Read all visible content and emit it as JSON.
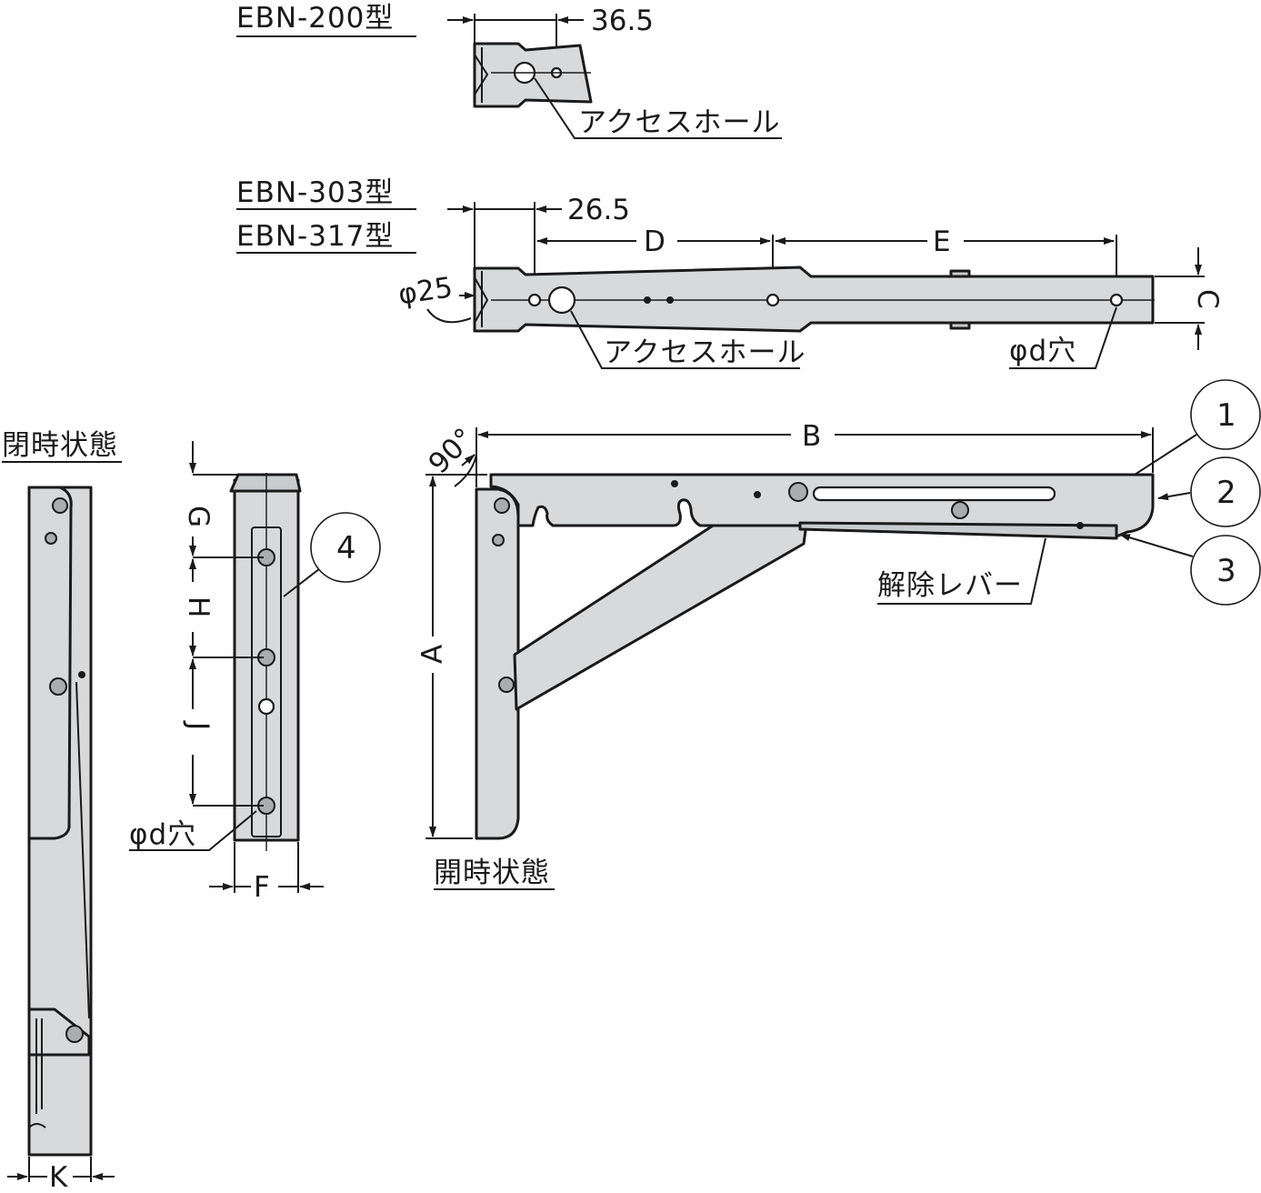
{
  "labels": {
    "model_200": "EBN-200型",
    "model_303": "EBN-303型",
    "model_317": "EBN-317型",
    "access_hole_top": "アクセスホール",
    "access_hole_mid": "アクセスホール",
    "phi_d_hole_top": "φd穴",
    "phi_d_hole_side": "φd穴",
    "closed_state": "閉時状態",
    "open_state": "開時状態",
    "release_lever": "解除レバー"
  },
  "dimensions": {
    "dim_36_5": "36.5",
    "dim_26_5": "26.5",
    "dim_phi25": "φ25",
    "dim_angle": "90°",
    "A": "A",
    "B": "B",
    "C": "C",
    "D": "D",
    "E": "E",
    "F": "F",
    "G": "G",
    "H": "H",
    "J": "J",
    "K": "K"
  },
  "part_numbers": [
    "1",
    "2",
    "3",
    "4"
  ]
}
